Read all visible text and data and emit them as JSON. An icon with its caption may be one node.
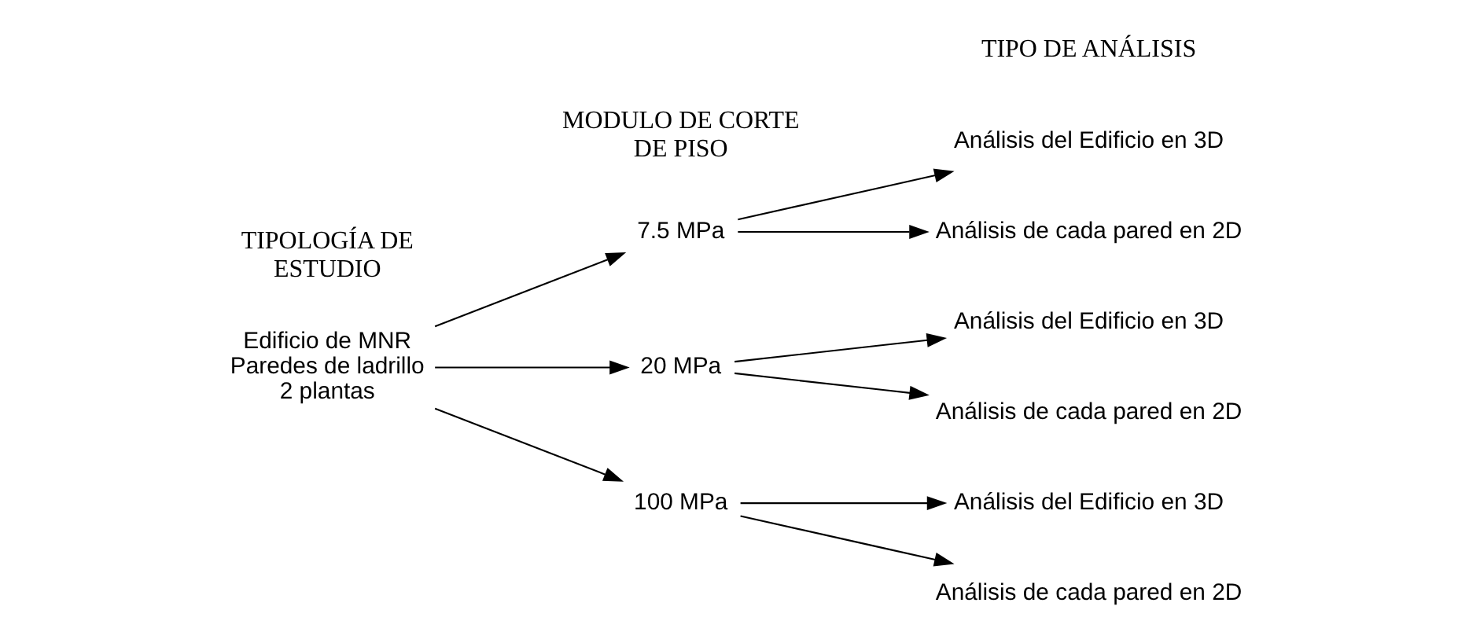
{
  "diagram": {
    "nodes": [
      {
        "text": [
          "Edificio de MNR Paredes de ladrillo 2 plantas"
        ]
      },
      {
        "text": [
          "7.5 MPa"
        ]
      },
      {
        "text": [
          "20 MPa"
        ]
      },
      {
        "text": [
          "100 MPa"
        ]
      },
      {
        "text": [
          "Análisis del Edificio en 3D"
        ]
      },
      {
        "text": [
          "Análisis de cada pared en 2D"
        ]
      },
      {
        "text": [
          "Análisis del Edificio en 3D"
        ]
      },
      {
        "text": [
          "Análisis de cada pared en 2D"
        ]
      },
      {
        "text": [
          "Análisis del Edificio en 3D"
        ]
      },
      {
        "text": [
          "Análisis de cada pared en 2D"
        ]
      }
    ],
    "edges": [
      {
        "from": 0,
        "to": 1,
        "arrow": "to"
      },
      {
        "from": 0,
        "to": 2,
        "arrow": "to"
      },
      {
        "from": 0,
        "to": 3,
        "arrow": "to"
      },
      {
        "from": 1,
        "to": 4,
        "arrow": "to"
      },
      {
        "from": 1,
        "to": 5,
        "arrow": "to"
      },
      {
        "from": 2,
        "to": 6,
        "arrow": "to"
      },
      {
        "from": 2,
        "to": 7,
        "arrow": "to"
      },
      {
        "from": 3,
        "to": 8,
        "arrow": "to"
      },
      {
        "from": 3,
        "to": 9,
        "arrow": "to"
      }
    ],
    "labels": [
      "TIPOLOGÍA DE ESTUDIO",
      "MODULO DE CORTE DE PISO",
      "TIPO DE ANÁLISIS"
    ]
  }
}
